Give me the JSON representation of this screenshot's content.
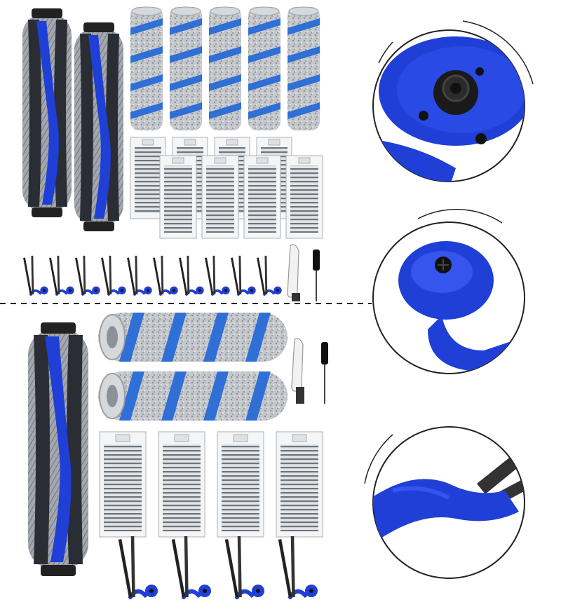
{
  "colors": {
    "accent_blue": "#1f3fd6",
    "brush_dark": "#2a2d33",
    "bristle_gray": "#9aa0a6",
    "roller_gray": "#b9bdc2",
    "filter_gray": "#c9cdd2",
    "filter_stripe": "#6e747b",
    "background": "#ffffff"
  },
  "parts": {
    "top_kit": {
      "main_brushes": 2,
      "mop_rollers": 5,
      "filters": 8,
      "side_brushes": 10,
      "cleaning_tool": 1,
      "screwdriver": 1
    },
    "bottom_kit": {
      "main_brushes": 1,
      "mop_rollers": 2,
      "filters": 4,
      "side_brushes": 4,
      "cleaning_tool": 1,
      "screwdriver": 1
    },
    "detail_views": [
      "side-brush-hub-screw-mount",
      "side-brush-arm-screw-head",
      "side-brush-bristle-clip"
    ]
  },
  "icons": {
    "divider": "dashed-line",
    "zoom_frame": "circle-outline"
  }
}
